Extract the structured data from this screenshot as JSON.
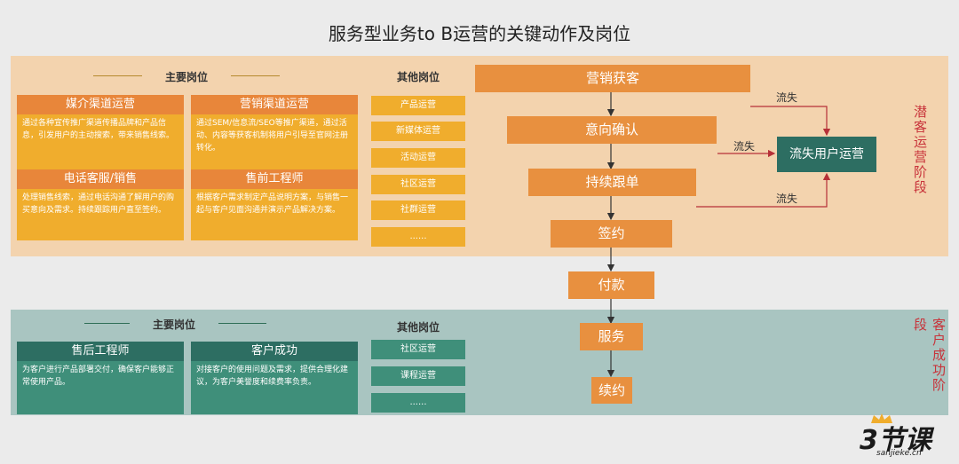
{
  "title": "服务型业务to B运营的关键动作及岗位",
  "top_section": {
    "main_label": "主要岗位",
    "other_label": "其他岗位",
    "cards": [
      {
        "title": "媒介渠道运营",
        "desc": "通过各种宣传推广渠道传播品牌和产品信息，引发用户的主动搜索，带来销售线索。"
      },
      {
        "title": "营销渠道运营",
        "desc": "通过SEM/信息流/SEO等推广渠道，通过活动、内容等获客机制将用户引导至官网注册转化。"
      },
      {
        "title": "电话客服/销售",
        "desc": "处理销售线索，通过电话沟通了解用户的购买意向及需求。持续跟踪用户直至签约。"
      },
      {
        "title": "售前工程师",
        "desc": "根据客户需求制定产品说明方案，与销售一起与客户见面沟通并演示产品解决方案。"
      }
    ],
    "others": [
      "产品运营",
      "新媒体运营",
      "活动运营",
      "社区运营",
      "社群运营",
      "......"
    ],
    "stage": "潜客运营阶段"
  },
  "bottom_section": {
    "main_label": "主要岗位",
    "other_label": "其他岗位",
    "cards": [
      {
        "title": "售后工程师",
        "desc": "为客户进行产品部署交付，确保客户能够正常使用产品。"
      },
      {
        "title": "客户成功",
        "desc": "对接客户的使用问题及需求，提供合理化建议，为客户美誉度和续费率负责。"
      }
    ],
    "others": [
      "社区运营",
      "课程运营",
      "......"
    ],
    "stage": "客户成功阶段"
  },
  "flow": {
    "steps": [
      "营销获客",
      "意向确认",
      "持续跟单",
      "签约",
      "付款",
      "服务",
      "续约"
    ],
    "lost_box": "流失用户运营",
    "lost_labels": [
      "流失",
      "流失",
      "流失"
    ]
  },
  "logo": {
    "text": "3节课",
    "sub": "sanjieke.cn"
  },
  "colors": {
    "orange_dark": "#e8863a",
    "orange_light": "#f0ad2d",
    "teal_dark": "#2d6e62",
    "teal_light": "#3f8f7a",
    "stage_red": "#c8333a"
  }
}
